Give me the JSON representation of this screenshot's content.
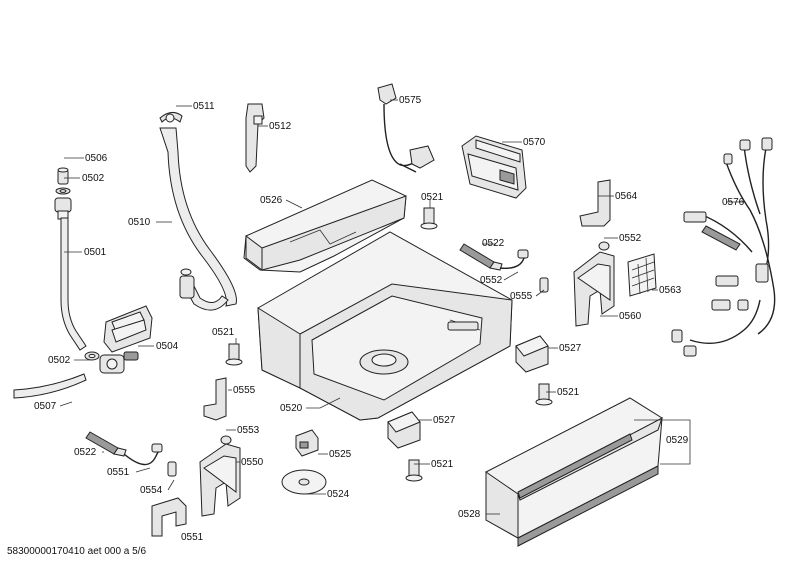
{
  "footer": "58300000170410 aet 000 a 5/6",
  "parts": [
    {
      "id": "0501",
      "label": "0501"
    },
    {
      "id": "0502a",
      "label": "0502"
    },
    {
      "id": "0502b",
      "label": "0502"
    },
    {
      "id": "0504",
      "label": "0504"
    },
    {
      "id": "0506",
      "label": "0506"
    },
    {
      "id": "0507",
      "label": "0507"
    },
    {
      "id": "0510",
      "label": "0510"
    },
    {
      "id": "0511",
      "label": "0511"
    },
    {
      "id": "0512",
      "label": "0512"
    },
    {
      "id": "0520",
      "label": "0520"
    },
    {
      "id": "0521a",
      "label": "0521"
    },
    {
      "id": "0521b",
      "label": "0521"
    },
    {
      "id": "0521c",
      "label": "0521"
    },
    {
      "id": "0521d",
      "label": "0521"
    },
    {
      "id": "0522a",
      "label": "0522"
    },
    {
      "id": "0522b",
      "label": "0522"
    },
    {
      "id": "0524",
      "label": "0524"
    },
    {
      "id": "0525",
      "label": "0525"
    },
    {
      "id": "0526",
      "label": "0526"
    },
    {
      "id": "0527a",
      "label": "0527"
    },
    {
      "id": "0527b",
      "label": "0527"
    },
    {
      "id": "0528",
      "label": "0528"
    },
    {
      "id": "0529",
      "label": "0529"
    },
    {
      "id": "0550",
      "label": "0550"
    },
    {
      "id": "0551a",
      "label": "0551"
    },
    {
      "id": "0551b",
      "label": "0551"
    },
    {
      "id": "0552a",
      "label": "0552"
    },
    {
      "id": "0552b",
      "label": "0552"
    },
    {
      "id": "0553",
      "label": "0553"
    },
    {
      "id": "0554",
      "label": "0554"
    },
    {
      "id": "0555a",
      "label": "0555"
    },
    {
      "id": "0555b",
      "label": "0555"
    },
    {
      "id": "0560",
      "label": "0560"
    },
    {
      "id": "0563",
      "label": "0563"
    },
    {
      "id": "0564",
      "label": "0564"
    },
    {
      "id": "0570",
      "label": "0570"
    },
    {
      "id": "0575",
      "label": "0575"
    },
    {
      "id": "0576",
      "label": "0576"
    }
  ]
}
